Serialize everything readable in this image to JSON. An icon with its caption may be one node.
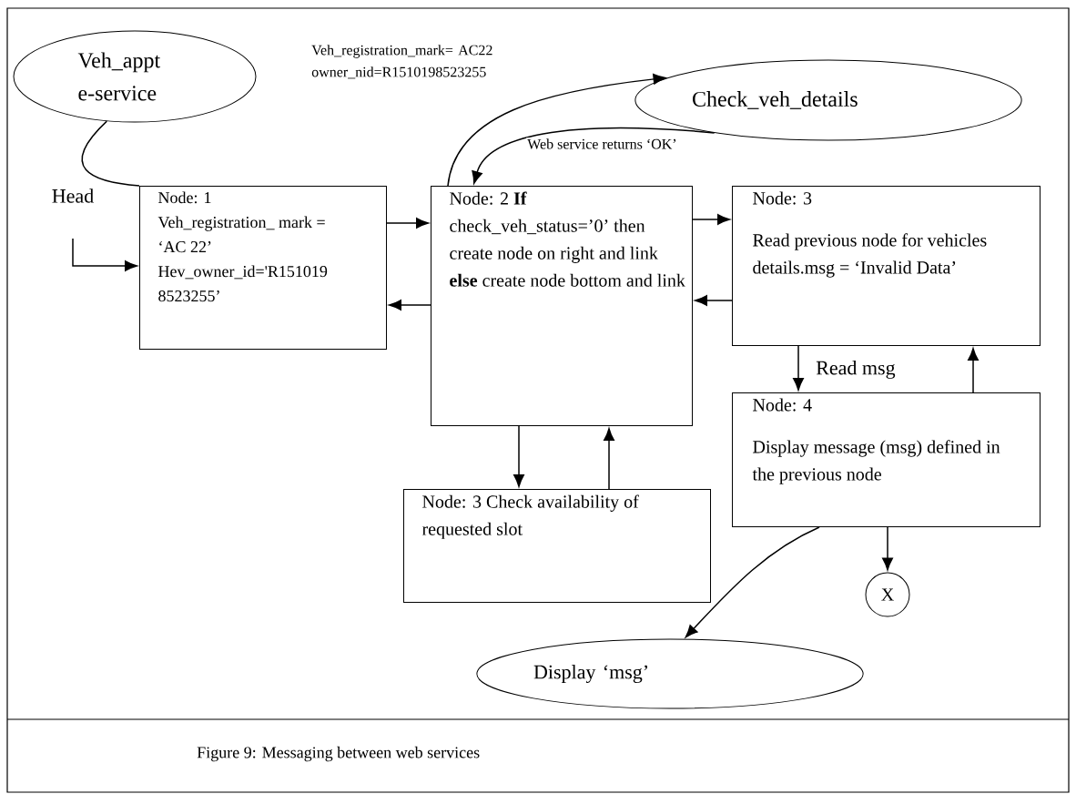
{
  "diagram": {
    "caption": "Figure 9: Messaging between web services",
    "nodes": [
      {
        "text": [
          "Veh_appt e-service"
        ]
      },
      {
        "text": [
          "Check_veh_details"
        ]
      },
      {
        "text": [
          "Node: 1",
          "Veh_registration_ mark = ‘AC 22’ Hev_owner_id='R151019 8523255’"
        ]
      },
      {
        "text": [
          "Node: 2 **If** check_veh_status=’0’ then create node on right and link **else** create node bottom and link"
        ]
      },
      {
        "text": [
          "Node: 3",
          "Read previous node for vehicles details.msg = ‘Invalid Data’"
        ]
      },
      {
        "text": [
          "Node: 3 Check availability of requested slot"
        ]
      },
      {
        "text": [
          "Node: 4",
          "Display message (msg) defined in the previous node"
        ]
      },
      {
        "text": [
          "X"
        ]
      },
      {
        "text": [
          "Display ‘msg’"
        ]
      }
    ],
    "edges": [
      {
        "from": 0,
        "to": 2,
        "arrow": "none"
      },
      {
        "from": null,
        "to": 2,
        "arrow": "to"
      },
      {
        "from": 2,
        "to": 3,
        "arrow": "to"
      },
      {
        "from": 3,
        "to": 2,
        "arrow": "to"
      },
      {
        "from": 3,
        "to": 1,
        "arrow": "to",
        "label": "Veh_registration_mark= AC22 owner_nid=R1510198523255"
      },
      {
        "from": 1,
        "to": 3,
        "arrow": "to",
        "label": "Web service returns ‘OK’"
      },
      {
        "from": 3,
        "to": 4,
        "arrow": "to"
      },
      {
        "from": 4,
        "to": 3,
        "arrow": "to"
      },
      {
        "from": 3,
        "to": 5,
        "arrow": "to"
      },
      {
        "from": 5,
        "to": 3,
        "arrow": "to"
      },
      {
        "from": 4,
        "to": 6,
        "arrow": "to",
        "label": "Read msg"
      },
      {
        "from": 6,
        "to": 4,
        "arrow": "to"
      },
      {
        "from": 6,
        "to": 7,
        "arrow": "to"
      },
      {
        "from": 6,
        "to": 8,
        "arrow": "to"
      }
    ],
    "labels": [
      "Head"
    ]
  }
}
